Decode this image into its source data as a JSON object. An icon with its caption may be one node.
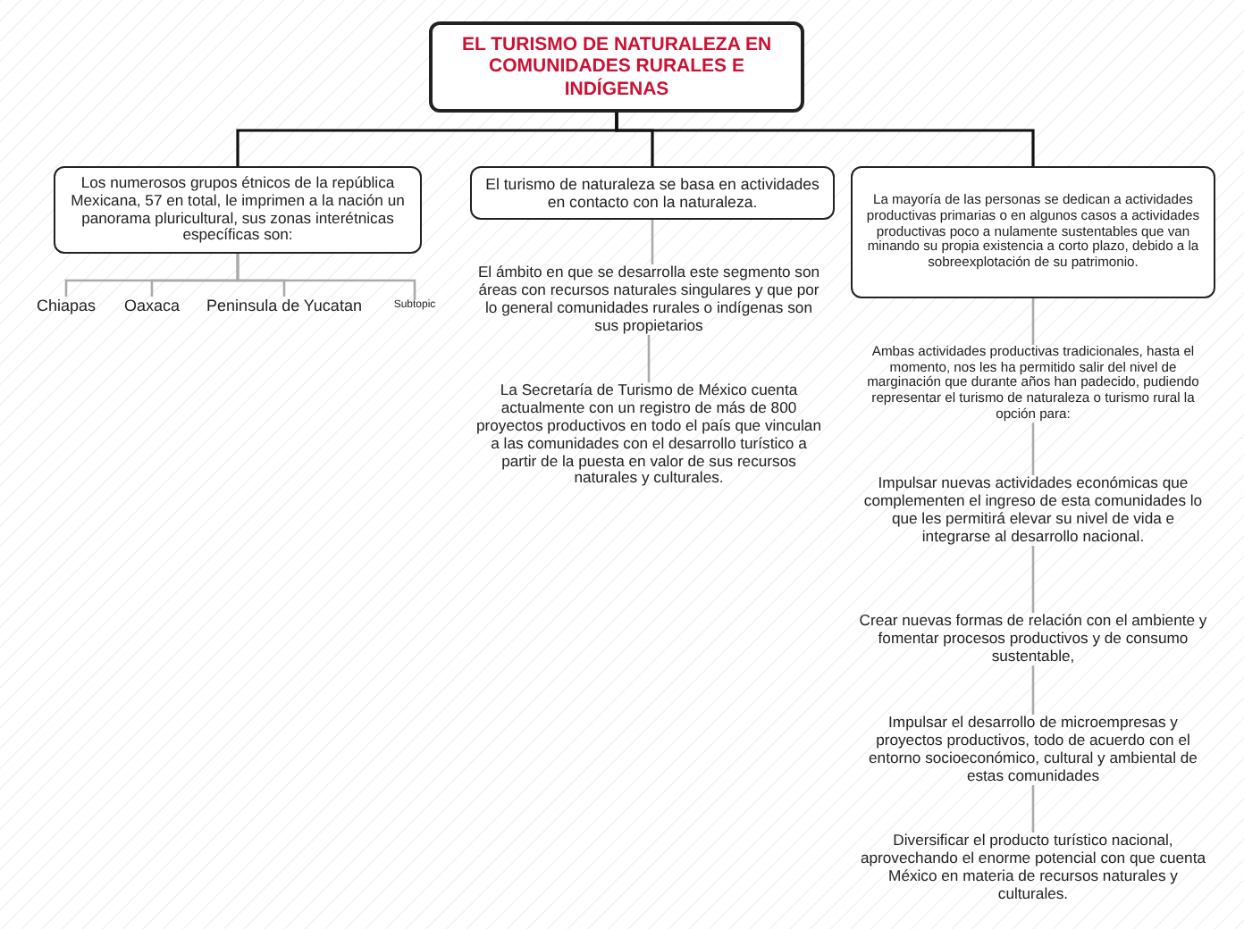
{
  "diagram": {
    "nodes": [
      {
        "text": [
          "EL TURISMO DE NATURALEZA EN COMUNIDADES RURALES E INDÍGENAS"
        ]
      },
      {
        "text": [
          "Los numerosos grupos étnicos de la república Mexicana, 57 en total, le imprimen a la nación un panorama pluricultural, sus zonas interétnicas específicas son:"
        ]
      },
      {
        "text": [
          "Chiapas"
        ]
      },
      {
        "text": [
          "Oaxaca"
        ]
      },
      {
        "text": [
          "Peninsula de Yucatan"
        ]
      },
      {
        "text": [
          "Subtopic"
        ]
      },
      {
        "text": [
          "El turismo de naturaleza se basa en actividades en contacto con la naturaleza."
        ]
      },
      {
        "text": [
          "El ámbito en que se desarrolla este segmento son áreas con recursos naturales singulares y que por lo general comunidades rurales o indígenas son sus propietarios"
        ]
      },
      {
        "text": [
          "La Secretaría de Turismo de México cuenta actualmente con un registro de más de 800 proyectos productivos en todo el país que vinculan a las comunidades con el desarrollo turístico a partir de la puesta en valor de sus recursos naturales y culturales."
        ]
      },
      {
        "text": [
          "La mayoría  de las personas se dedican a actividades productivas primarias o en algunos casos a actividades productivas poco a nulamente sustentables que van minando su propia existencia a corto plazo, debido a la sobreexplotación de su patrimonio."
        ]
      },
      {
        "text": [
          "Ambas actividades productivas tradicionales, hasta el momento, nos les ha permitido salir del nivel de marginación que durante años han padecido, pudiendo representar el turismo de naturaleza o turismo rural la opción para:"
        ]
      },
      {
        "text": [
          "Impulsar nuevas actividades económicas que complementen el ingreso de esta comunidades lo que les permitirá elevar su nivel de vida e integrarse al desarrollo nacional."
        ]
      },
      {
        "text": [
          "Crear nuevas formas de relación con el ambiente y fomentar procesos productivos y de consumo sustentable,"
        ]
      },
      {
        "text": [
          "Impulsar el desarrollo de microempresas y proyectos productivos, todo de acuerdo con el entorno socioeconómico, cultural y ambiental de estas comunidades"
        ]
      },
      {
        "text": [
          "Diversificar el producto turístico nacional, aprovechando el enorme potencial con que cuenta México en materia de recursos naturales y culturales."
        ]
      }
    ],
    "edges": [
      {
        "from": 0,
        "to": 1,
        "arrow": "none",
        "color": "#111111"
      },
      {
        "from": 0,
        "to": 6,
        "arrow": "none",
        "color": "#111111"
      },
      {
        "from": 0,
        "to": 9,
        "arrow": "none",
        "color": "#111111"
      },
      {
        "from": 1,
        "to": 2,
        "arrow": "none"
      },
      {
        "from": 1,
        "to": 3,
        "arrow": "none"
      },
      {
        "from": 1,
        "to": 4,
        "arrow": "none"
      },
      {
        "from": 1,
        "to": 5,
        "arrow": "none"
      },
      {
        "from": 6,
        "to": 7,
        "arrow": "none"
      },
      {
        "from": 7,
        "to": 8,
        "arrow": "none"
      },
      {
        "from": 9,
        "to": 10,
        "arrow": "none"
      },
      {
        "from": 10,
        "to": 11,
        "arrow": "none"
      },
      {
        "from": 11,
        "to": 12,
        "arrow": "none"
      },
      {
        "from": 12,
        "to": 13,
        "arrow": "none"
      },
      {
        "from": 13,
        "to": 14,
        "arrow": "none"
      }
    ]
  }
}
